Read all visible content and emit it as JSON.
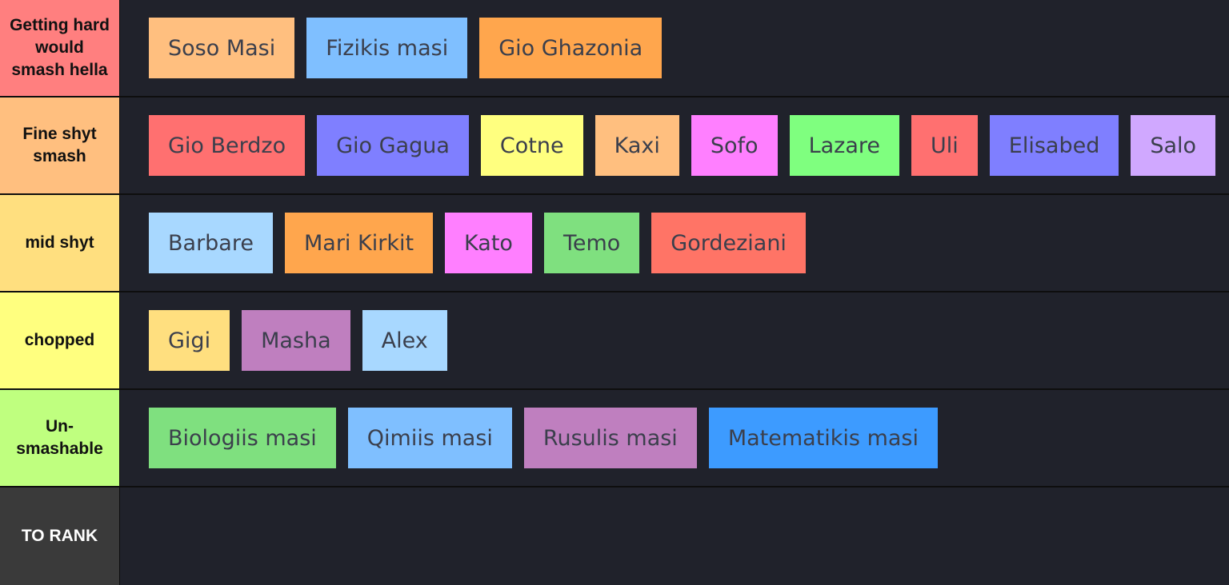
{
  "tiers": [
    {
      "label": "Getting hard would smash hella",
      "color": "#ff7f7f",
      "items": [
        {
          "text": "Soso Masi",
          "color": "#ffbf7f"
        },
        {
          "text": "Fizikis masi",
          "color": "#7fbfff"
        },
        {
          "text": "Gio Ghazonia",
          "color": "#ffa64d"
        }
      ]
    },
    {
      "label": "Fine shyt smash",
      "color": "#ffbf7f",
      "items": [
        {
          "text": "Gio Berdzo",
          "color": "#ff7070"
        },
        {
          "text": "Gio Gagua",
          "color": "#7f7fff"
        },
        {
          "text": "Cotne",
          "color": "#ffff7f"
        },
        {
          "text": "Kaxi",
          "color": "#ffbf7f"
        },
        {
          "text": "Sofo",
          "color": "#ff7fff"
        },
        {
          "text": "Lazare",
          "color": "#7fff7f"
        },
        {
          "text": "Uli",
          "color": "#ff7070"
        },
        {
          "text": "Elisabed",
          "color": "#7f7fff"
        },
        {
          "text": "Salo",
          "color": "#d0a8ff"
        }
      ]
    },
    {
      "label": "mid shyt",
      "color": "#ffdf7f",
      "items": [
        {
          "text": "Barbare",
          "color": "#a8d8ff"
        },
        {
          "text": "Mari Kirkit",
          "color": "#ffa64d"
        },
        {
          "text": "Kato",
          "color": "#ff7fff"
        },
        {
          "text": "Temo",
          "color": "#7fe07f"
        },
        {
          "text": "Gordeziani",
          "color": "#ff7466"
        }
      ]
    },
    {
      "label": "chopped",
      "color": "#ffff7f",
      "items": [
        {
          "text": "Gigi",
          "color": "#ffdf7f"
        },
        {
          "text": "Masha",
          "color": "#bf7fbf"
        },
        {
          "text": "Alex",
          "color": "#a8d8ff"
        }
      ]
    },
    {
      "label": "Un-smashable",
      "color": "#bfff7f",
      "items": [
        {
          "text": "Biologiis masi",
          "color": "#7fe07f"
        },
        {
          "text": "Qimiis masi",
          "color": "#7fbfff"
        },
        {
          "text": "Rusulis masi",
          "color": "#bf7fbf"
        },
        {
          "text": "Matematikis masi",
          "color": "#3d9bff"
        }
      ]
    },
    {
      "label": "TO RANK",
      "color": "#3a3a3a",
      "label_text_color": "#ffffff",
      "items": []
    }
  ]
}
